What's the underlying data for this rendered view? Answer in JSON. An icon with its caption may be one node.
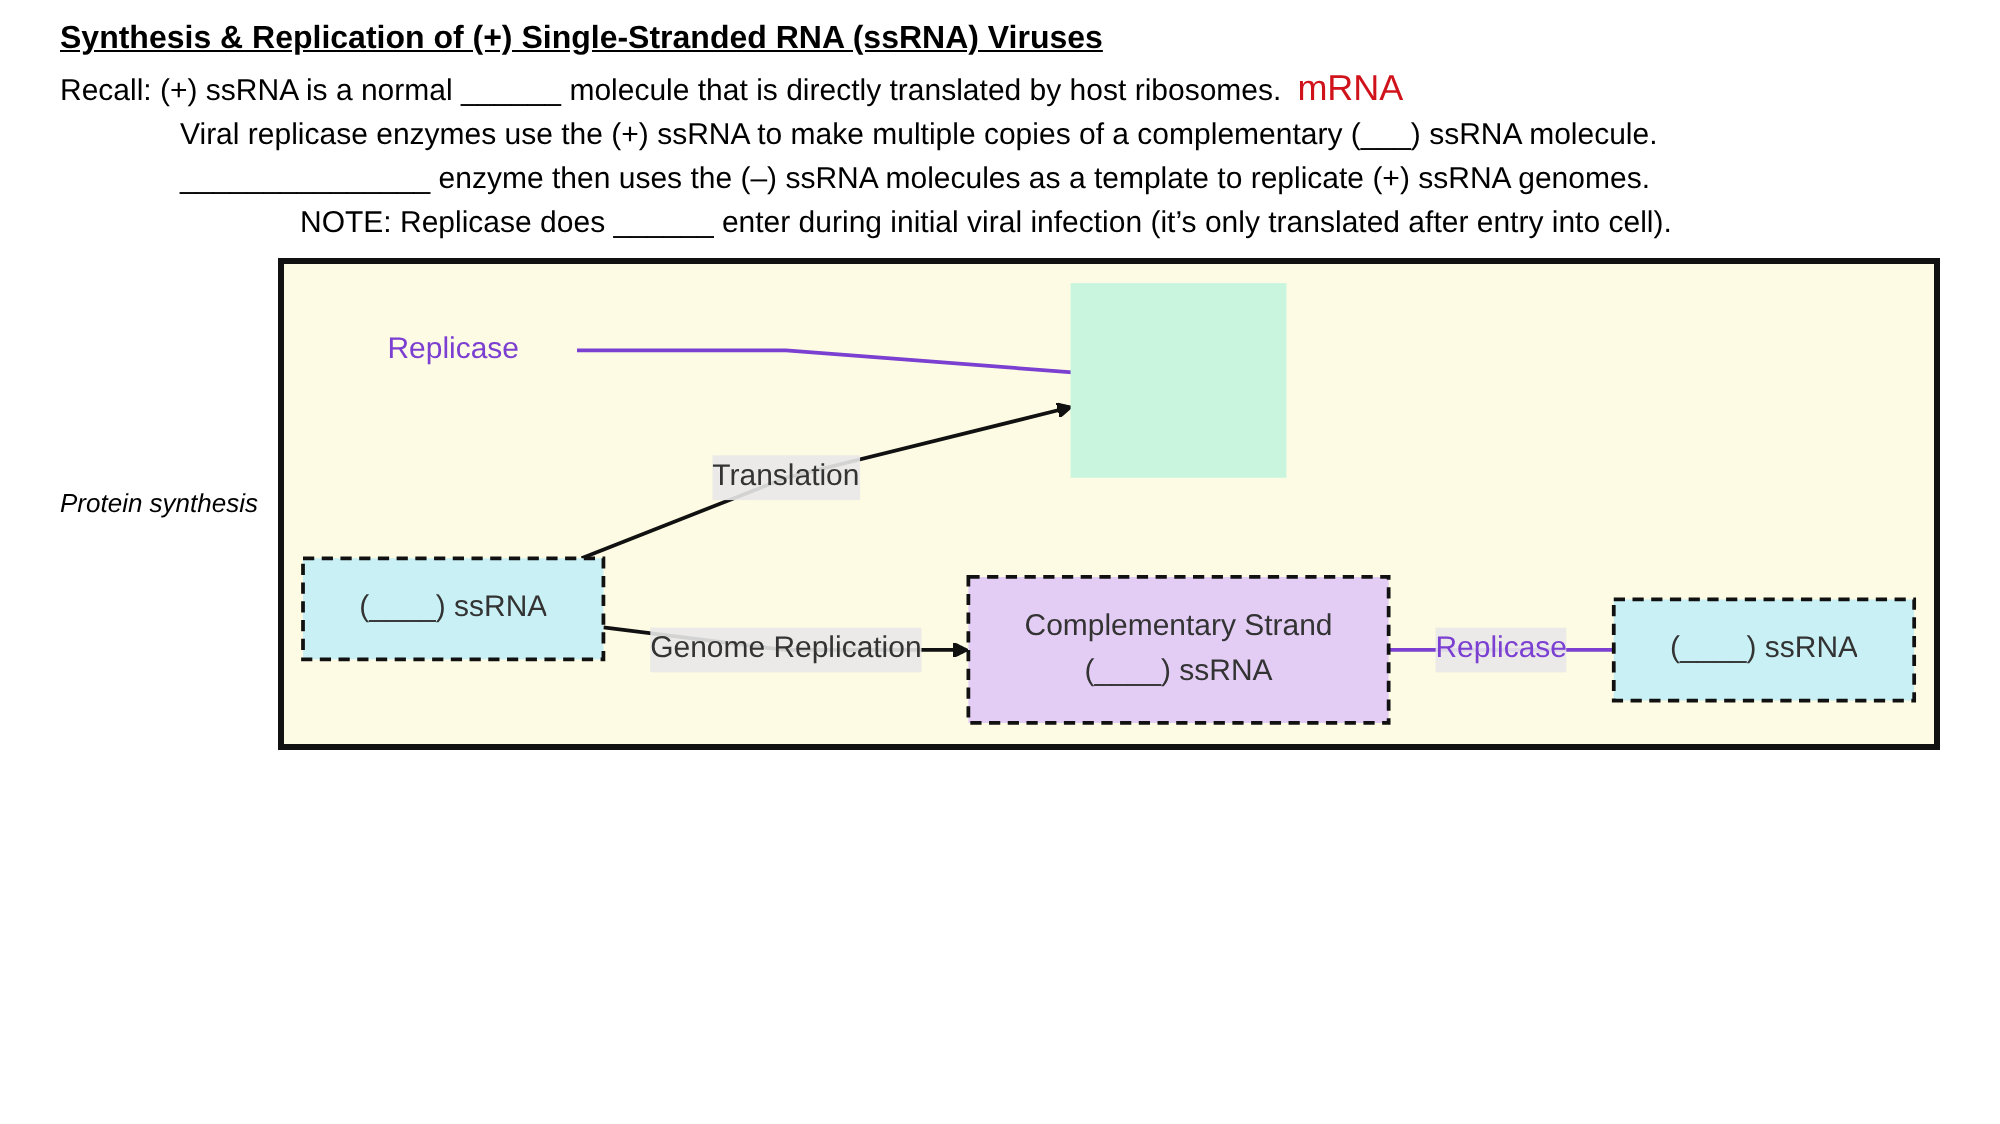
{
  "diagram": {
    "title": "Synthesis & Replication of (+) Single-Stranded RNA (ssRNA) Viruses",
    "nodes": [
      {
        "text": [
          "(____) ssRNA"
        ]
      },
      {
        "text": [],
        "shape": "box"
      },
      {
        "text": [
          "Replicase"
        ]
      },
      {
        "text": [
          "Complementary Strand",
          "(____) ssRNA"
        ]
      },
      {
        "text": [
          "(____) ssRNA"
        ]
      }
    ],
    "edges": [
      {
        "from": 0,
        "to": 1,
        "arrow": "to",
        "label": "Translation"
      },
      {
        "from": 2,
        "to": 1,
        "arrow": "none",
        "color": "#7b3fd1"
      },
      {
        "from": 0,
        "to": 3,
        "arrow": "to",
        "label": "Genome Replication"
      },
      {
        "from": 3,
        "to": 4,
        "arrow": "none",
        "label": "Replicase",
        "color": "#7b3fd1"
      }
    ],
    "labels": [
      "Recall: (+) ssRNA is a normal ______ molecule that is directly translated by host ribosomes.",
      "mRNA",
      "Viral replicase enzymes use the (+) ssRNA to make multiple copies of a complementary (___) ssRNA molecule.",
      "_______________ enzyme then uses the (–) ssRNA molecules as a template to replicate (+) ssRNA genomes.",
      "NOTE: Replicase does ______ enter during initial viral infection (it’s only translated after entry into cell).",
      "Protein synthesis"
    ]
  }
}
